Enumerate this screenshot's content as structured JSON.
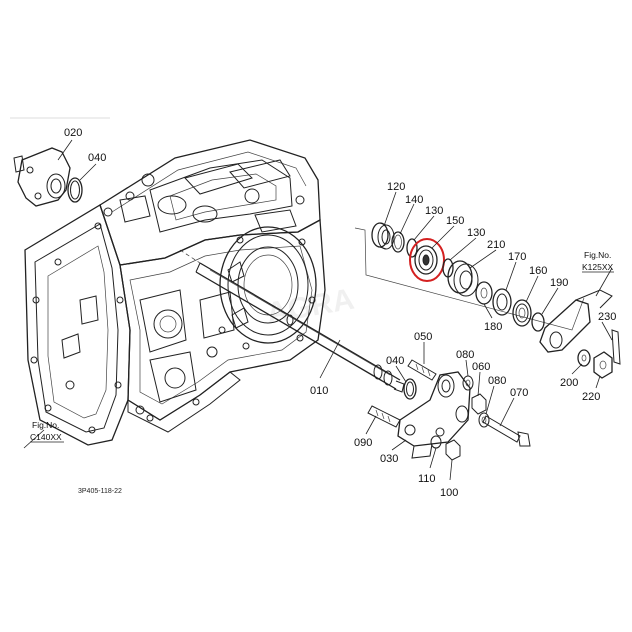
{
  "diagram": {
    "drawing_code": "3P405-118-22",
    "fig_refs": [
      {
        "id": "fig-c140",
        "label": "Fig.No.",
        "ref": "C140XX"
      },
      {
        "id": "fig-k125",
        "label": "Fig.No.",
        "ref": "K125XX"
      }
    ],
    "part_numbers": [
      "020",
      "040",
      "120",
      "140",
      "130",
      "150",
      "130",
      "210",
      "170",
      "160",
      "190",
      "230",
      "050",
      "040",
      "080",
      "060",
      "080",
      "070",
      "010",
      "090",
      "030",
      "110",
      "100",
      "180",
      "200",
      "220"
    ],
    "highlight": {
      "part": "150",
      "color": "#d42020"
    },
    "watermark": "AGRA"
  }
}
